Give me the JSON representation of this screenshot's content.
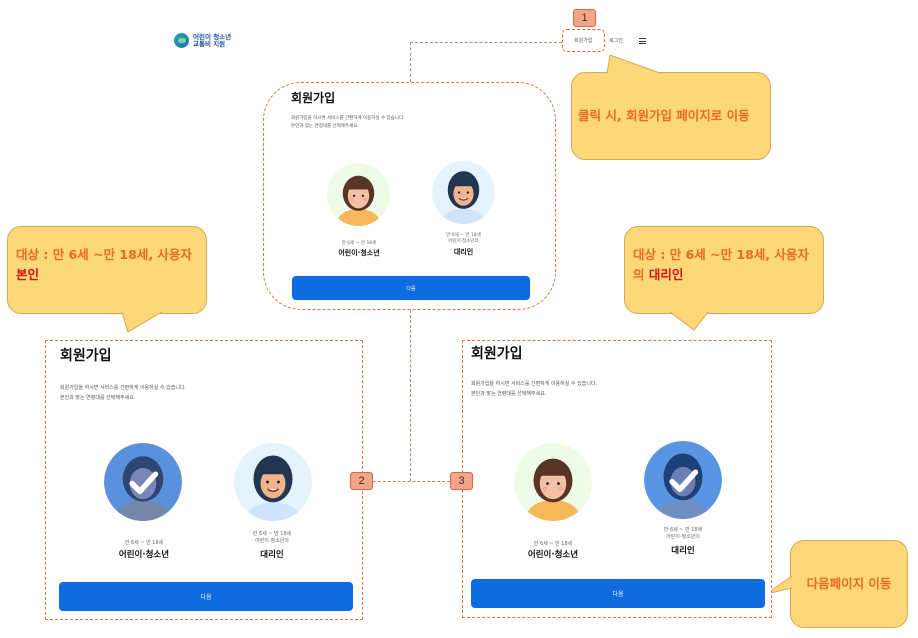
{
  "header": {
    "logo_line1": "어린이 청소년",
    "logo_line2": "교통비 지원",
    "nav_signup": "회원가입",
    "nav_login": "로그인",
    "menu_icon": "hamburger-icon"
  },
  "markers": {
    "m1": "1",
    "m2": "2",
    "m3": "3"
  },
  "callouts": {
    "signup_click": "클릭 시, 회원가입 페이지로 이동",
    "self_prefix": "대상 : 만 6세 ~만 18세, 사용자 ",
    "self_em": "본인",
    "proxy_prefix": "대상 : 만 6세 ~만 18세, 사용자의 ",
    "proxy_em": "대리인",
    "next_page": "다음페이지 이동"
  },
  "signup": {
    "title": "회원가입",
    "desc_line1": "회원가입을 하시면 서비스를 간편하게 이용하실 수 있습니다.",
    "desc_line2": "본인과 맞는 연령대를 선택해주세요.",
    "option_child": {
      "sub": "만 6세 ~ 만 18세",
      "label": "어린이·청소년"
    },
    "option_proxy": {
      "sub1": "만 6세 ~ 만 18세",
      "sub2": "어린이·청소년의",
      "label": "대리인"
    },
    "next_button": "다음"
  },
  "colors": {
    "primary": "#0f6bde",
    "callout_bg": "#fdd878",
    "callout_text": "#e86a24",
    "emphasis": "#d30f0f",
    "marker": "#f4a587",
    "dashed_border": "#d9774a"
  }
}
